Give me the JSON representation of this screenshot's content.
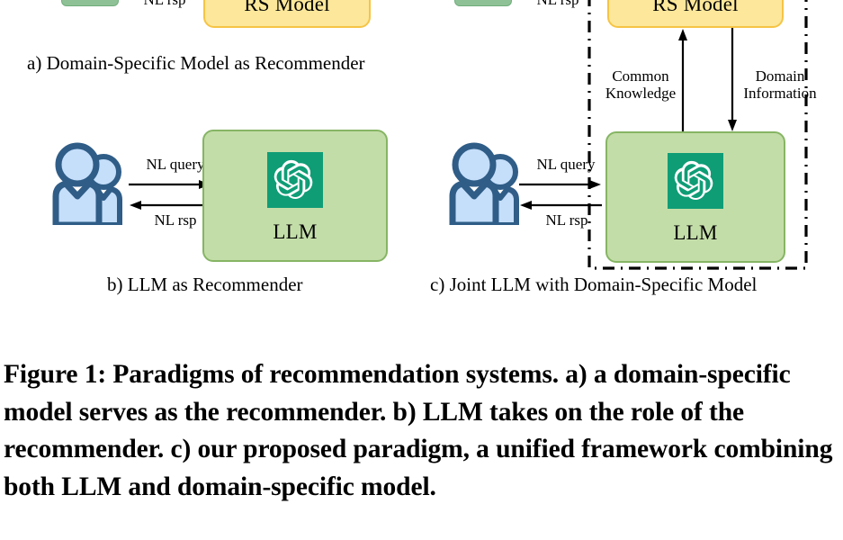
{
  "figure": {
    "caption": "Figure 1: Paradigms of recommendation systems. a) a domain-specific model serves as the recommender. b) LLM takes on the role of the recommender. c) our proposed paradigm, a unified framework combining both LLM and domain-specific model.",
    "colors": {
      "yellow_fill": "#fce79a",
      "yellow_stroke": "#f6c445",
      "green_fill": "#c3dda8",
      "green_stroke": "#86b564",
      "green_small_fill": "#8fc196",
      "openai_teal": "#0f9d76",
      "person_outline": "#2f5d87",
      "person_fill": "#c5defa",
      "arrow_black": "#000000"
    }
  },
  "panels": [
    {
      "id": "a",
      "caption": "a) Domain-Specific Model as Recommender",
      "nodes": [
        {
          "id": "a-green-chip",
          "label": "",
          "type": "green-chip"
        },
        {
          "id": "a-rs-model",
          "label": "RS Model",
          "type": "yellow-box"
        }
      ],
      "edges": [
        {
          "id": "a-nl-rsp",
          "label": "NL rsp"
        }
      ]
    },
    {
      "id": "b",
      "caption": "b) LLM as Recommender",
      "nodes": [
        {
          "id": "b-people",
          "label": "",
          "type": "people-icon"
        },
        {
          "id": "b-llm",
          "label": "LLM",
          "type": "green-box",
          "logo": "openai-logo"
        }
      ],
      "edges": [
        {
          "id": "b-nl-query",
          "label": "NL query",
          "direction": "right"
        },
        {
          "id": "b-nl-rsp",
          "label": "NL rsp",
          "direction": "left"
        }
      ]
    },
    {
      "id": "c",
      "caption": "c) Joint LLM with Domain-Specific Model",
      "nodes": [
        {
          "id": "c-green-chip",
          "label": "",
          "type": "green-chip"
        },
        {
          "id": "c-rs-model",
          "label": "RS Model",
          "type": "yellow-box"
        },
        {
          "id": "c-people",
          "label": "",
          "type": "people-icon"
        },
        {
          "id": "c-llm",
          "label": "LLM",
          "type": "green-box",
          "logo": "openai-logo"
        }
      ],
      "edges": [
        {
          "id": "c-nl-rsp-top",
          "label": "NL rsp"
        },
        {
          "id": "c-common-knowledge",
          "label": "Common\nKnowledge",
          "label_line1": "Common",
          "label_line2": "Knowledge",
          "direction": "up"
        },
        {
          "id": "c-domain-information",
          "label": "Domain\nInformation",
          "label_line1": "Domain",
          "label_line2": "Information",
          "direction": "down"
        },
        {
          "id": "c-nl-query",
          "label": "NL query",
          "direction": "right"
        },
        {
          "id": "c-nl-rsp",
          "label": "NL rsp",
          "direction": "left"
        }
      ],
      "frame": {
        "id": "c-dashdot-frame",
        "style": "dash-dot"
      }
    }
  ]
}
